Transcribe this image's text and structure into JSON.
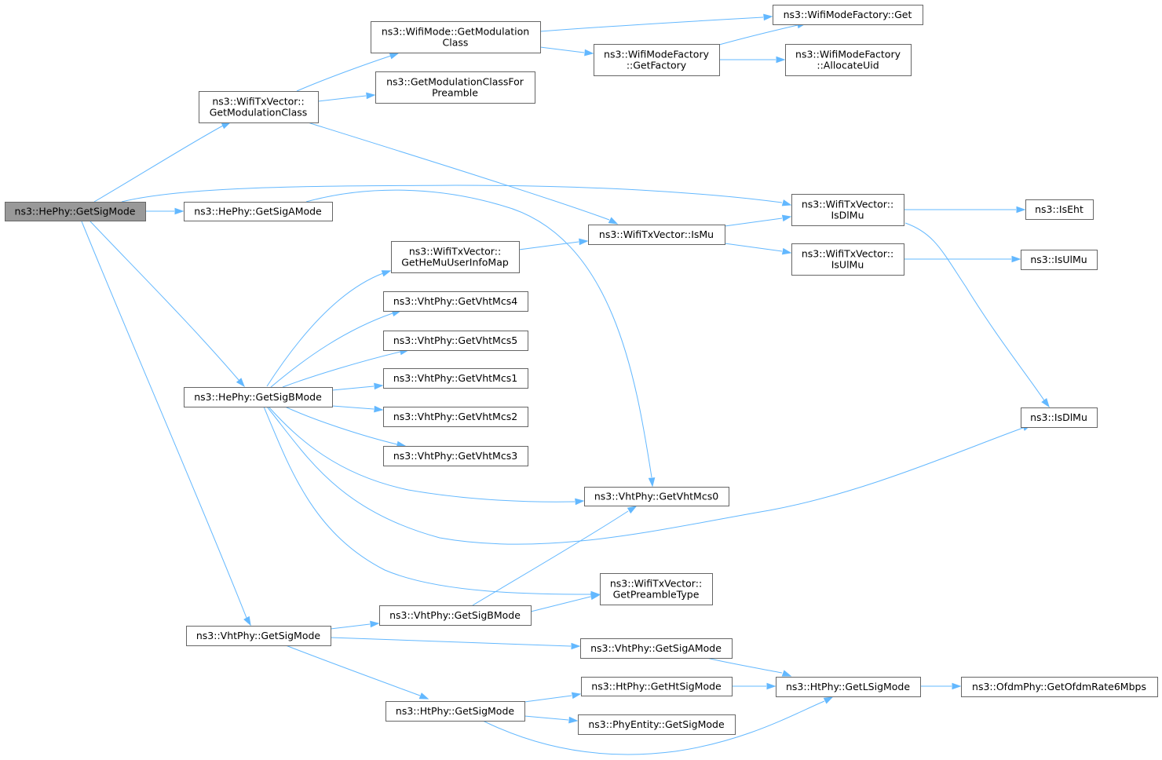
{
  "diagram": {
    "type": "call-graph",
    "colors": {
      "edge": "#63b8ff",
      "node_border": "#666666",
      "node_fill": "#ffffff",
      "root_fill": "#999999",
      "text": "#000000"
    },
    "nodes": [
      {
        "id": "n0",
        "lines": [
          "ns3::HePhy::GetSigMode"
        ],
        "root": true
      },
      {
        "id": "n1",
        "lines": [
          "ns3::WifiTxVector::",
          "GetModulationClass"
        ]
      },
      {
        "id": "n2",
        "lines": [
          "ns3::WifiMode::GetModulation",
          "Class"
        ]
      },
      {
        "id": "n3",
        "lines": [
          "ns3::WifiModeFactory::Get"
        ]
      },
      {
        "id": "n4",
        "lines": [
          "ns3::WifiModeFactory",
          "::GetFactory"
        ]
      },
      {
        "id": "n5",
        "lines": [
          "ns3::WifiModeFactory",
          "::AllocateUid"
        ]
      },
      {
        "id": "n6",
        "lines": [
          "ns3::GetModulationClassFor",
          "Preamble"
        ]
      },
      {
        "id": "n7",
        "lines": [
          "ns3::WifiTxVector::IsMu"
        ]
      },
      {
        "id": "n8",
        "lines": [
          "ns3::WifiTxVector::",
          "IsDlMu"
        ]
      },
      {
        "id": "n9",
        "lines": [
          "ns3::IsEht"
        ]
      },
      {
        "id": "n10",
        "lines": [
          "ns3::IsDlMu"
        ]
      },
      {
        "id": "n11",
        "lines": [
          "ns3::WifiTxVector::",
          "IsUlMu"
        ]
      },
      {
        "id": "n12",
        "lines": [
          "ns3::IsUlMu"
        ]
      },
      {
        "id": "n13",
        "lines": [
          "ns3::HePhy::GetSigAMode"
        ]
      },
      {
        "id": "n14",
        "lines": [
          "ns3::VhtPhy::GetVhtMcs0"
        ]
      },
      {
        "id": "n15",
        "lines": [
          "ns3::HePhy::GetSigBMode"
        ]
      },
      {
        "id": "n16",
        "lines": [
          "ns3::WifiTxVector::",
          "GetHeMuUserInfoMap"
        ]
      },
      {
        "id": "n17",
        "lines": [
          "ns3::VhtPhy::GetVhtMcs4"
        ]
      },
      {
        "id": "n18",
        "lines": [
          "ns3::VhtPhy::GetVhtMcs5"
        ]
      },
      {
        "id": "n19",
        "lines": [
          "ns3::VhtPhy::GetVhtMcs1"
        ]
      },
      {
        "id": "n20",
        "lines": [
          "ns3::VhtPhy::GetVhtMcs2"
        ]
      },
      {
        "id": "n21",
        "lines": [
          "ns3::VhtPhy::GetVhtMcs3"
        ]
      },
      {
        "id": "n22",
        "lines": [
          "ns3::WifiTxVector::",
          "GetPreambleType"
        ]
      },
      {
        "id": "n23",
        "lines": [
          "ns3::VhtPhy::GetSigMode"
        ]
      },
      {
        "id": "n24",
        "lines": [
          "ns3::VhtPhy::GetSigBMode"
        ]
      },
      {
        "id": "n25",
        "lines": [
          "ns3::VhtPhy::GetSigAMode"
        ]
      },
      {
        "id": "n26",
        "lines": [
          "ns3::HtPhy::GetLSigMode"
        ]
      },
      {
        "id": "n27",
        "lines": [
          "ns3::OfdmPhy::GetOfdmRate6Mbps"
        ]
      },
      {
        "id": "n28",
        "lines": [
          "ns3::HtPhy::GetSigMode"
        ]
      },
      {
        "id": "n29",
        "lines": [
          "ns3::HtPhy::GetHtSigMode"
        ]
      },
      {
        "id": "n30",
        "lines": [
          "ns3::PhyEntity::GetSigMode"
        ]
      }
    ],
    "edges": [
      [
        "n0",
        "n1"
      ],
      [
        "n0",
        "n8"
      ],
      [
        "n0",
        "n13"
      ],
      [
        "n0",
        "n15"
      ],
      [
        "n0",
        "n23"
      ],
      [
        "n1",
        "n2"
      ],
      [
        "n1",
        "n6"
      ],
      [
        "n1",
        "n7"
      ],
      [
        "n2",
        "n3"
      ],
      [
        "n2",
        "n4"
      ],
      [
        "n4",
        "n3"
      ],
      [
        "n4",
        "n5"
      ],
      [
        "n7",
        "n8"
      ],
      [
        "n7",
        "n11"
      ],
      [
        "n8",
        "n9"
      ],
      [
        "n8",
        "n10"
      ],
      [
        "n11",
        "n12"
      ],
      [
        "n13",
        "n14"
      ],
      [
        "n15",
        "n16"
      ],
      [
        "n15",
        "n17"
      ],
      [
        "n15",
        "n18"
      ],
      [
        "n15",
        "n19"
      ],
      [
        "n15",
        "n20"
      ],
      [
        "n15",
        "n21"
      ],
      [
        "n15",
        "n14"
      ],
      [
        "n15",
        "n10"
      ],
      [
        "n15",
        "n22"
      ],
      [
        "n16",
        "n7"
      ],
      [
        "n23",
        "n24"
      ],
      [
        "n23",
        "n25"
      ],
      [
        "n23",
        "n28"
      ],
      [
        "n24",
        "n22"
      ],
      [
        "n24",
        "n14"
      ],
      [
        "n25",
        "n26"
      ],
      [
        "n26",
        "n27"
      ],
      [
        "n28",
        "n29"
      ],
      [
        "n28",
        "n30"
      ],
      [
        "n28",
        "n26"
      ],
      [
        "n29",
        "n26"
      ]
    ]
  }
}
